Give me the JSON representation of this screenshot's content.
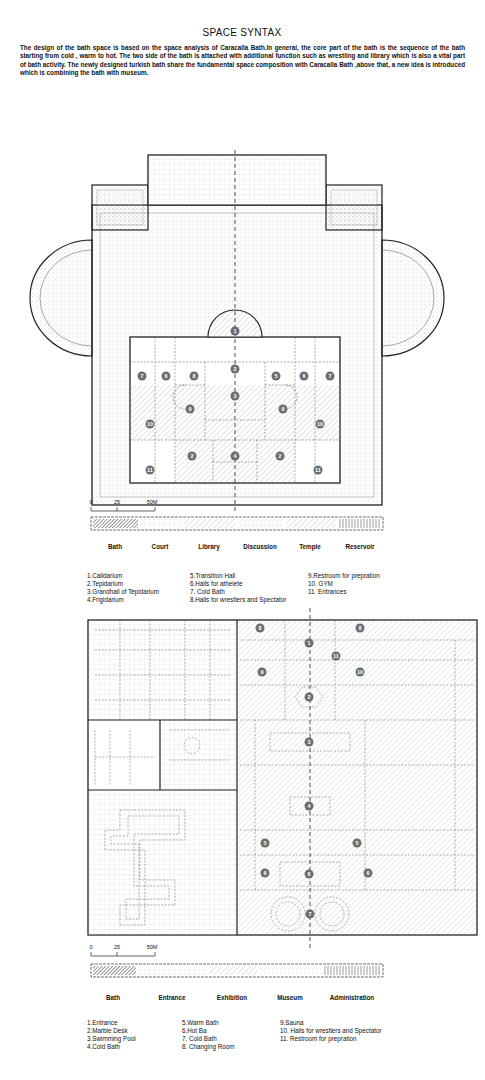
{
  "diagram": {
    "title": "SPACE SYNTAX",
    "labels": [
      "The design of the bath space is based on the space analysis of Caracalla Bath.In general, the core part of the bath is the sequence of the bath starting from cold , warm to hot. The two side of the bath is attached with additional function such as wrestling and library which is also a vital part of bath activity. The newly designed turkish bath share the fundamental space composition with Caracalla Bath ,above that, a new idea is introduced which is combining the bath with museum.",
      "1",
      "2",
      "7",
      "6",
      "8",
      "5",
      "6",
      "7",
      "3",
      "9",
      "9",
      "10",
      "10",
      "2",
      "4",
      "2",
      "11",
      "11",
      "0",
      "25",
      "50M",
      "Bath",
      "Court",
      "Library",
      "Discussion",
      "Temple",
      "Reservoir",
      "1.Calldarium",
      "2.Tepidarium",
      "3.Grandhall of Tepidarium",
      "4.Frigidarium",
      "5.Transition Hall",
      "6.Halls for atheiete",
      "7. Cold Bath",
      "8.Halls for wrestlers and Spectator",
      "9.Restroom for prepration",
      "10. GYM",
      "11. Entrances",
      "8",
      "8",
      "1",
      "11",
      "9",
      "10",
      "2",
      "3",
      "4",
      "5",
      "5",
      "6",
      "6",
      "6",
      "7",
      "0",
      "25",
      "50M",
      "Bath",
      "Entrance",
      "Exhibition",
      "Museum",
      "Administration",
      "1.Entrance",
      "2.Marble Desk",
      "3.Swimming Pool",
      "4.Cold Bath",
      "5.Warm Bath",
      "6.Hot Ba",
      "7. Cold Bath",
      "8. Changing Room",
      "9.Sauna",
      "10. Halls for wrestlers and Spectator",
      "11. Restroom for prepration"
    ]
  }
}
